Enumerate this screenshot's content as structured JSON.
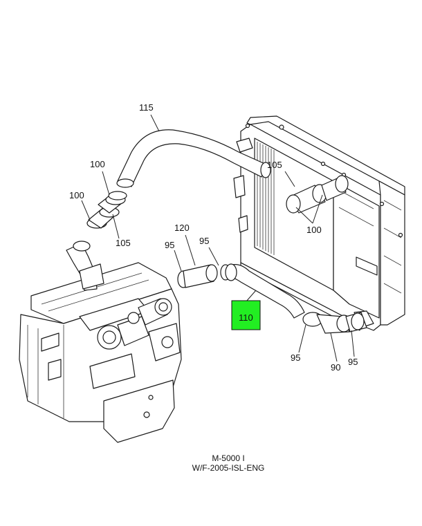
{
  "callouts": {
    "c115": "115",
    "c100_top": "100",
    "c100_left": "100",
    "c105_left": "105",
    "c120": "120",
    "c95_a": "95",
    "c95_b": "95",
    "c105_right": "105",
    "c100_right": "100",
    "c110": "110",
    "c95_c": "95",
    "c90": "90",
    "c95_d": "95"
  },
  "highlight_color": "#22ee22",
  "caption": {
    "line1": "M-5000 I",
    "line2": "W/F-2005-ISL-ENG"
  }
}
